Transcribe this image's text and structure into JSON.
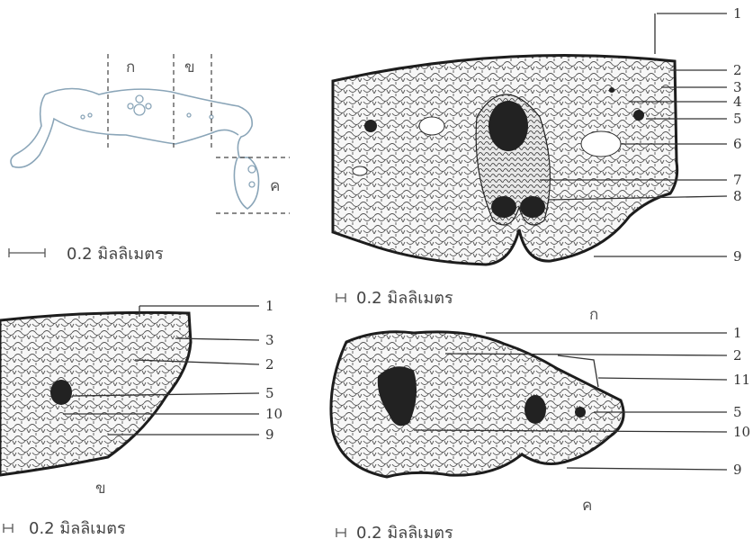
{
  "overview": {
    "regions": [
      "ก",
      "ข",
      "ค"
    ],
    "scale": "0.2 มิลลิเมตร"
  },
  "panel_a": {
    "letter": "ก",
    "scale": "0.2 มิลลิเมตร",
    "labels": [
      "1",
      "2",
      "3",
      "4",
      "5",
      "6",
      "7",
      "8",
      "9"
    ]
  },
  "panel_b": {
    "letter": "ข",
    "scale": "0.2 มิลลิเมตร",
    "labels": [
      "1",
      "3",
      "2",
      "5",
      "10",
      "9"
    ]
  },
  "panel_c": {
    "letter": "ค",
    "scale": "0.2 มิลลิเมตร",
    "labels": [
      "1",
      "2",
      "11",
      "5",
      "10",
      "9"
    ]
  }
}
